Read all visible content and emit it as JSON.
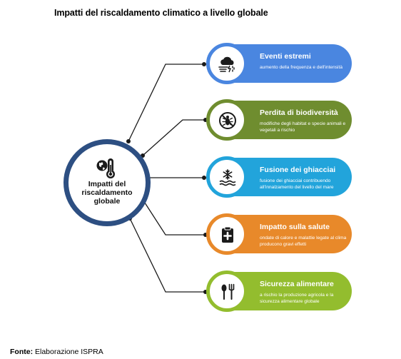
{
  "title": "Impatti del riscaldamento climatico a livello globale",
  "hub": {
    "label_lines": [
      "Impatti del",
      "riscaldamento",
      "globale"
    ],
    "icon": "globe-thermometer-icon"
  },
  "items": [
    {
      "title": "Eventi estremi",
      "description": "aumento della frequenza e dell'intensità",
      "icon": "storm-cloud-icon",
      "color": "#4a86e0"
    },
    {
      "title": "Perdita di biodiversità",
      "description": "modifiche degli habitat e specie animali e vegetali a rischio",
      "icon": "no-bug-icon",
      "color": "#6f8d2f"
    },
    {
      "title": "Fusione dei ghiacciai",
      "description": "fusione dei ghiacciai contribuendo all'innalzamento del livello del mare",
      "icon": "snowflake-waves-icon",
      "color": "#22a4db"
    },
    {
      "title": "Impatto sulla salute",
      "description": "ondate di calore e malattie legate al clima producono gravi effetti",
      "icon": "medical-clipboard-icon",
      "color": "#e8892a"
    },
    {
      "title": "Sicurezza alimentare",
      "description": "a rischio la produzione agricola e la sicurezza alimentare globale",
      "icon": "fork-spoon-icon",
      "color": "#93bd2e"
    }
  ],
  "source": {
    "label": "Fonte:",
    "text": "Elaborazione ISPRA"
  }
}
